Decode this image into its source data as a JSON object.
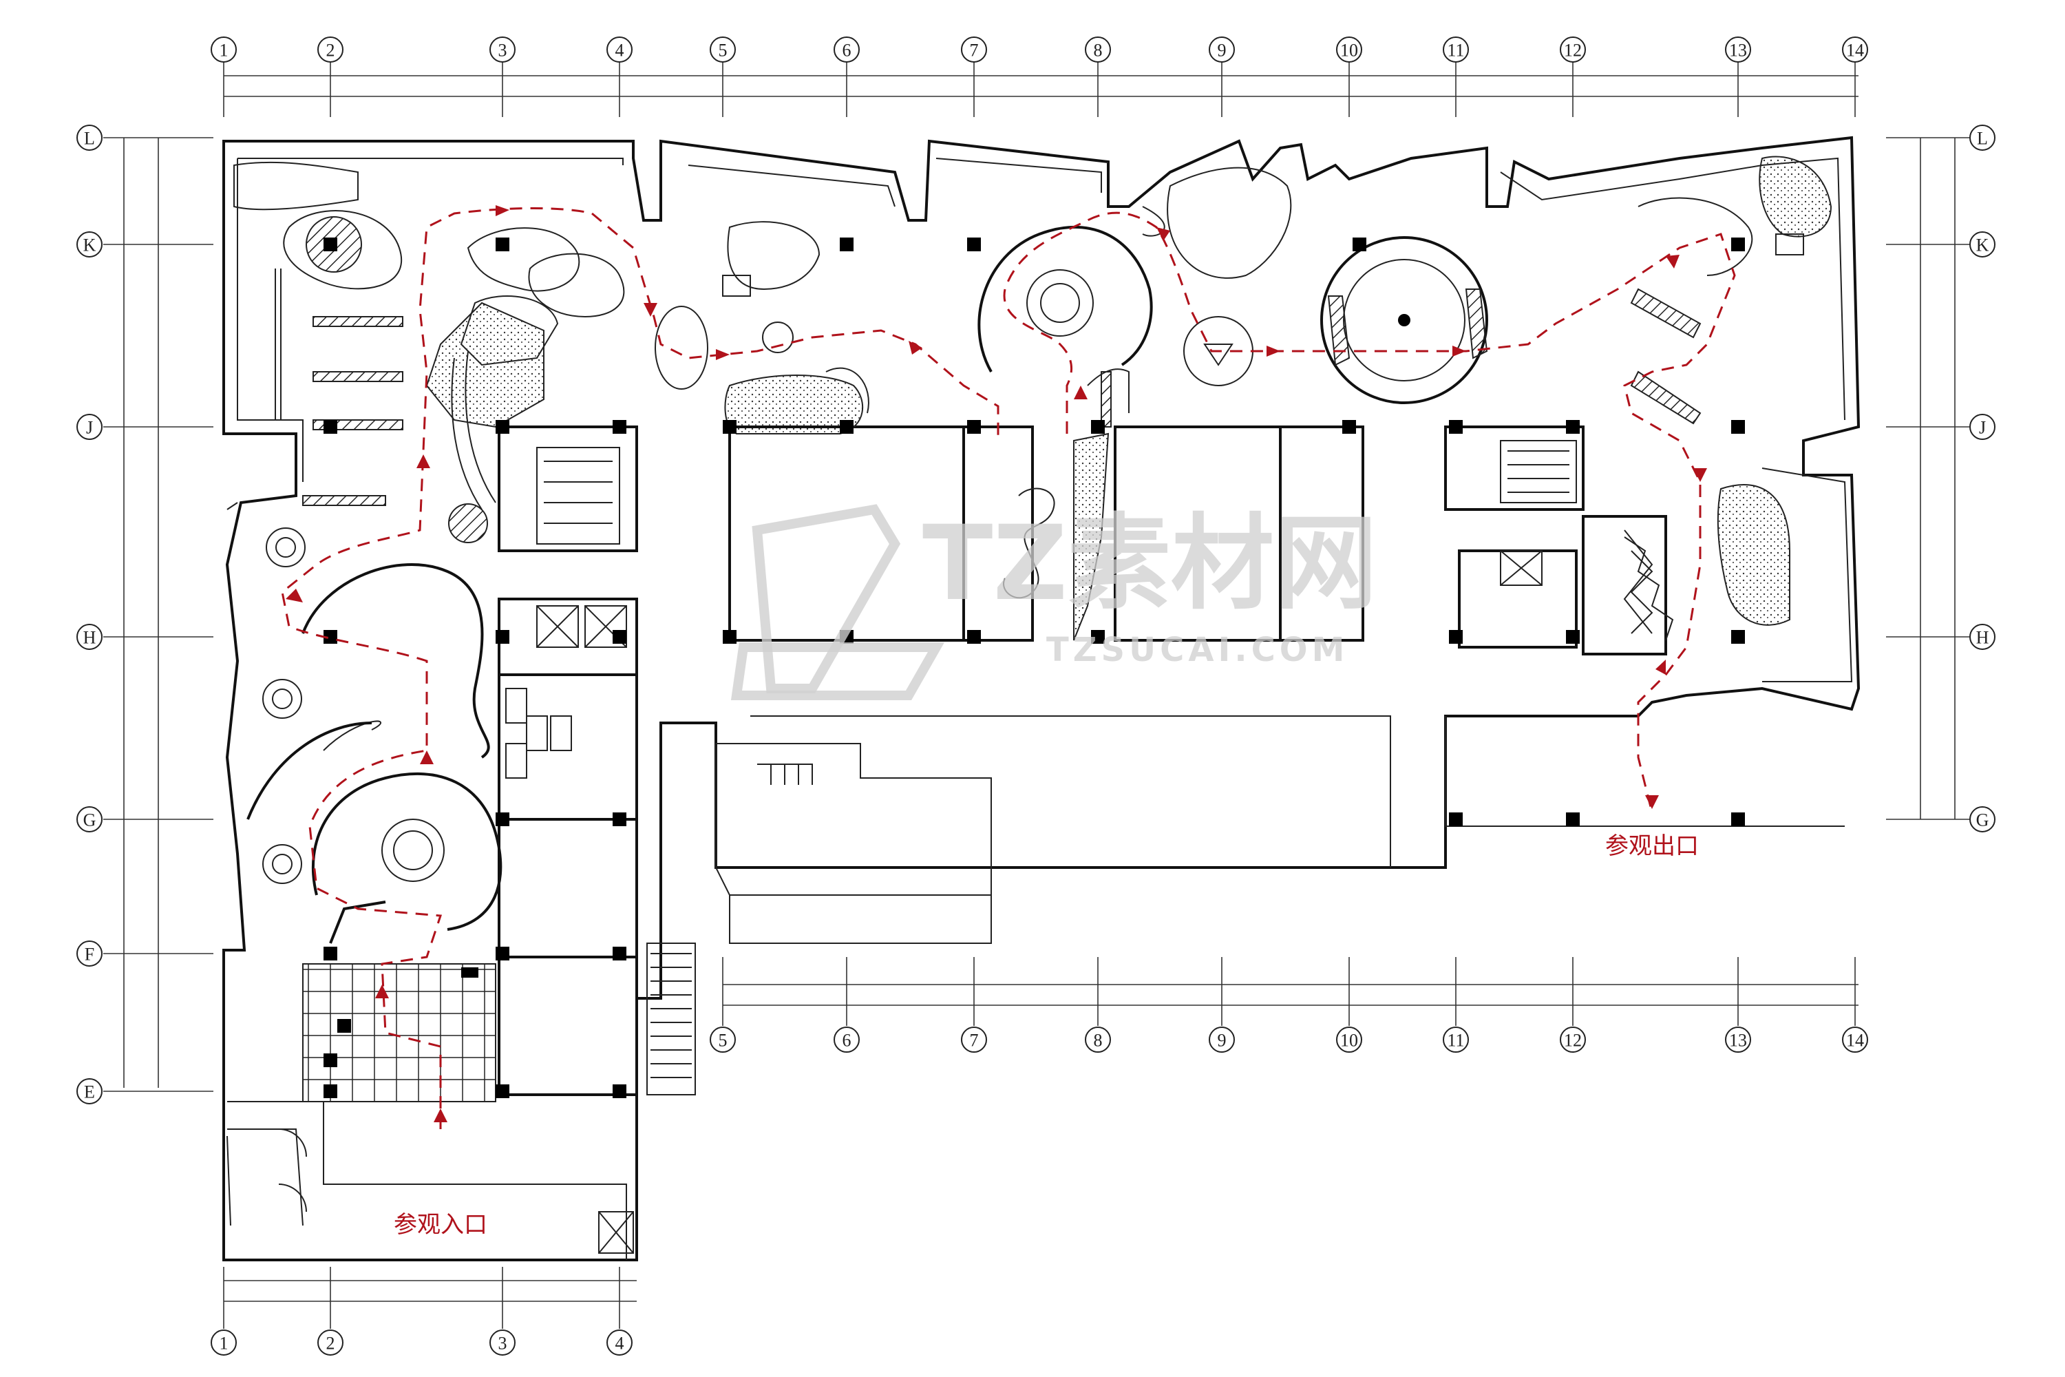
{
  "grid": {
    "columns": [
      "1",
      "2",
      "3",
      "4",
      "5",
      "6",
      "7",
      "8",
      "9",
      "10",
      "11",
      "12",
      "13",
      "14"
    ],
    "rows": [
      "L",
      "K",
      "J",
      "H",
      "G",
      "F",
      "E"
    ]
  },
  "labels": {
    "entrance": "参观入口",
    "exit": "参观出口"
  },
  "watermark": {
    "main": "TZ素材网",
    "sub": "TZSUCAI.COM"
  },
  "colors": {
    "route": "#b0121b",
    "lines": "#111111",
    "watermark": "#cfcfcf"
  }
}
